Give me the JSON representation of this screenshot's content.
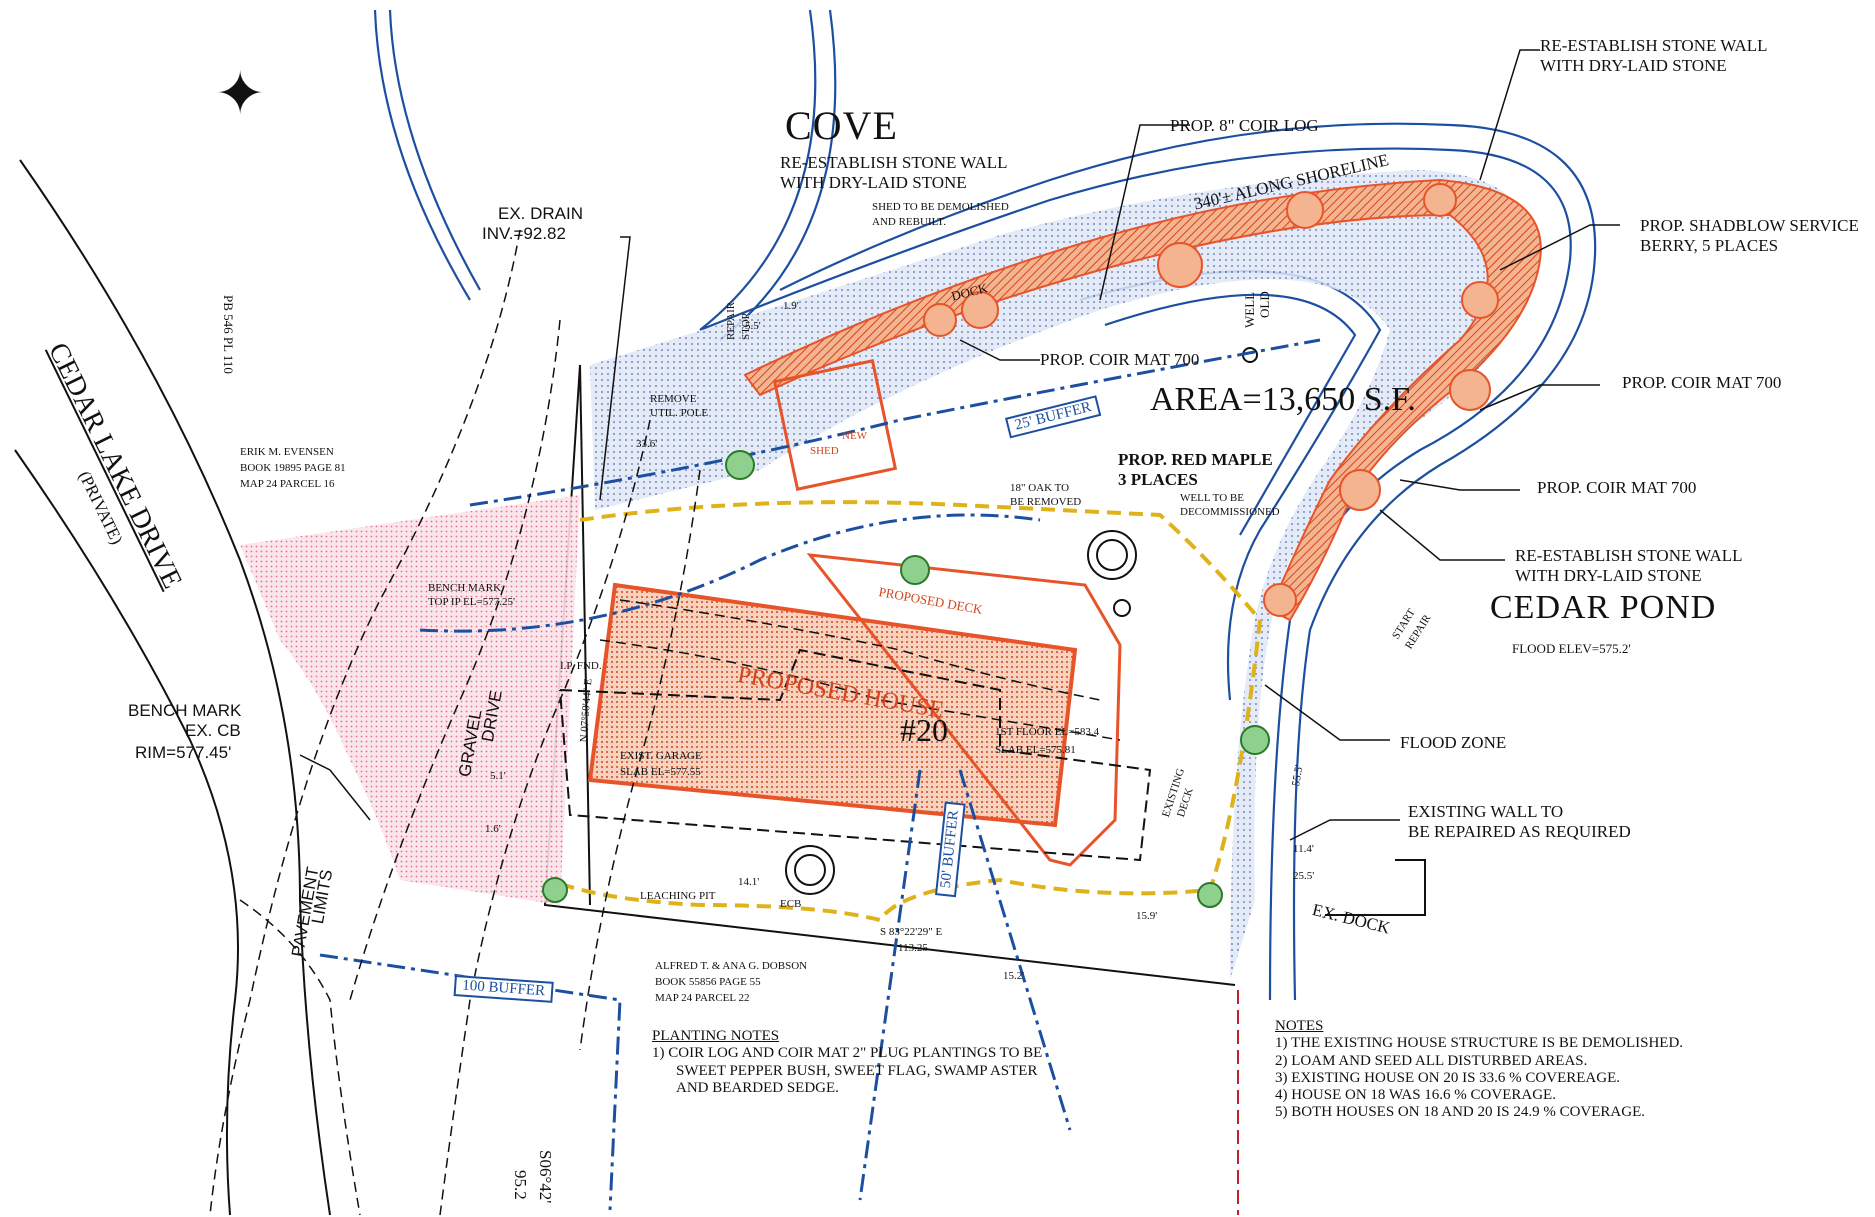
{
  "road": {
    "name": "CEDAR LAKE DRIVE",
    "note": "(PRIVATE)"
  },
  "water": {
    "cove": "COVE",
    "pond": "CEDAR POND",
    "flood_elev": "FLOOD ELEV=575.2'"
  },
  "north_arrow_ref": "PB 546 PL 110",
  "area": "AREA=13,650 S.F.",
  "house": {
    "label": "PROPOSED HOUSE",
    "number": "#20",
    "first_floor": "1ST FLOOR EL=583.4",
    "slab": "SLAB EL=575.81",
    "garage": "EXIST. GARAGE",
    "garage_slab": "SLAB EL=577.55"
  },
  "deck": "PROPOSED DECK",
  "shed": {
    "label": "SHED",
    "new": "NEW"
  },
  "buffers": {
    "b25": "25' BUFFER",
    "b50": "50' BUFFER",
    "b100": "100 BUFFER"
  },
  "labels": {
    "re_establish_top": [
      "RE-ESTABLISH STONE WALL",
      "WITH DRY-LAID STONE"
    ],
    "coir_log": "PROP. 8\" COIR LOG",
    "shoreline": "340'± ALONG SHORELINE",
    "shadblow": [
      "PROP. SHADBLOW SERVICE",
      "BERRY, 5 PLACES"
    ],
    "coir_mat_right1": "PROP. COIR MAT 700",
    "coir_mat_right2": "PROP. COIR MAT 700",
    "coir_mat_center": "PROP. COIR MAT 700",
    "re_establish_right": [
      "RE-ESTABLISH STONE WALL",
      "WITH DRY-LAID STONE"
    ],
    "re_establish_cove": [
      "RE-ESTABLISH STONE WALL",
      "WITH DRY-LAID STONE"
    ],
    "shed_demolish": [
      "SHED TO BE DEMOLISHED",
      "AND REBUILT."
    ],
    "ex_drain": [
      "EX. DRAIN",
      "INV.=92.82"
    ],
    "dock": "DOCK",
    "old_well": [
      "OLD",
      "WELL"
    ],
    "remove_pole": [
      "REMOVE",
      "UTIL. POLE"
    ],
    "red_maple": [
      "PROP. RED MAPLE",
      "3 PLACES"
    ],
    "oak_removed": [
      "18\" OAK TO",
      "BE REMOVED"
    ],
    "well_decom": [
      "WELL TO BE",
      "DECOMMISSIONED"
    ],
    "flood_zone": "FLOOD ZONE",
    "existing_wall": [
      "EXISTING WALL TO",
      "BE REPAIRED AS REQUIRED"
    ],
    "ex_dock": "EX. DOCK",
    "start_repair": [
      "START",
      "REPAIR"
    ],
    "stop_repair": [
      "STOP",
      "REPAIR"
    ],
    "existing_deck": [
      "EXISTING",
      "DECK"
    ],
    "leaching_pit": "LEACHING PIT",
    "pavement_limits": [
      "PAVEMENT",
      "LIMITS"
    ],
    "gravel_drive": [
      "GRAVEL",
      "DRIVE"
    ],
    "bench_mark_left": [
      "BENCH MARK",
      "EX. CB",
      "RIM=577.45'"
    ],
    "bench_mark_top": [
      "BENCH MARK",
      "TOP IP EL=577.25'"
    ],
    "evensen": [
      "ERIK M. EVENSEN",
      "BOOK 19895 PAGE 81",
      "MAP 24 PARCEL 16"
    ],
    "dobson": [
      "ALFRED T. & ANA G. DOBSON",
      "BOOK 55856 PAGE 55",
      "MAP 24 PARCEL 22"
    ],
    "bearing_bottom": "S 83°22'29\" E",
    "dist_bottom": "113.25",
    "bearing_left": "N 07°50'44\" E",
    "bearing_corner": [
      "S06°42'",
      "95.2"
    ],
    "ip_fnd": "I.P. FND.",
    "ecb": "ECB"
  },
  "dimensions": [
    "1.9'",
    "5.5'",
    "33.6'",
    "5.1'",
    "1.6'",
    "14.1'",
    "15.2'",
    "15.9'",
    "11.4'",
    "25.5'",
    "55.5'"
  ],
  "planting_notes": {
    "title": "PLANTING NOTES",
    "lines": [
      "1) COIR LOG AND COIR MAT 2\" PLUG PLANTINGS TO BE",
      "SWEET PEPPER BUSH, SWEET FLAG, SWAMP ASTER",
      "AND BEARDED SEDGE."
    ]
  },
  "notes": {
    "title": "NOTES",
    "lines": [
      "1) THE EXISTING HOUSE STRUCTURE IS BE DEMOLISHED.",
      "2) LOAM AND SEED ALL DISTURBED AREAS.",
      "3) EXISTING HOUSE ON 20 IS 33.6 % COVEREAGE.",
      "4) HOUSE ON 18 WAS 16.6 % COVERAGE.",
      "5) BOTH HOUSES ON 18 AND 20 IS 24.9 % COVERAGE."
    ]
  },
  "colors": {
    "water_line": "#1c4fa0",
    "proposed": "#e8542a",
    "limit_work": "#e0b21a",
    "pink_fill": "#f2b7c7",
    "stipple": "#b8c8e6"
  }
}
